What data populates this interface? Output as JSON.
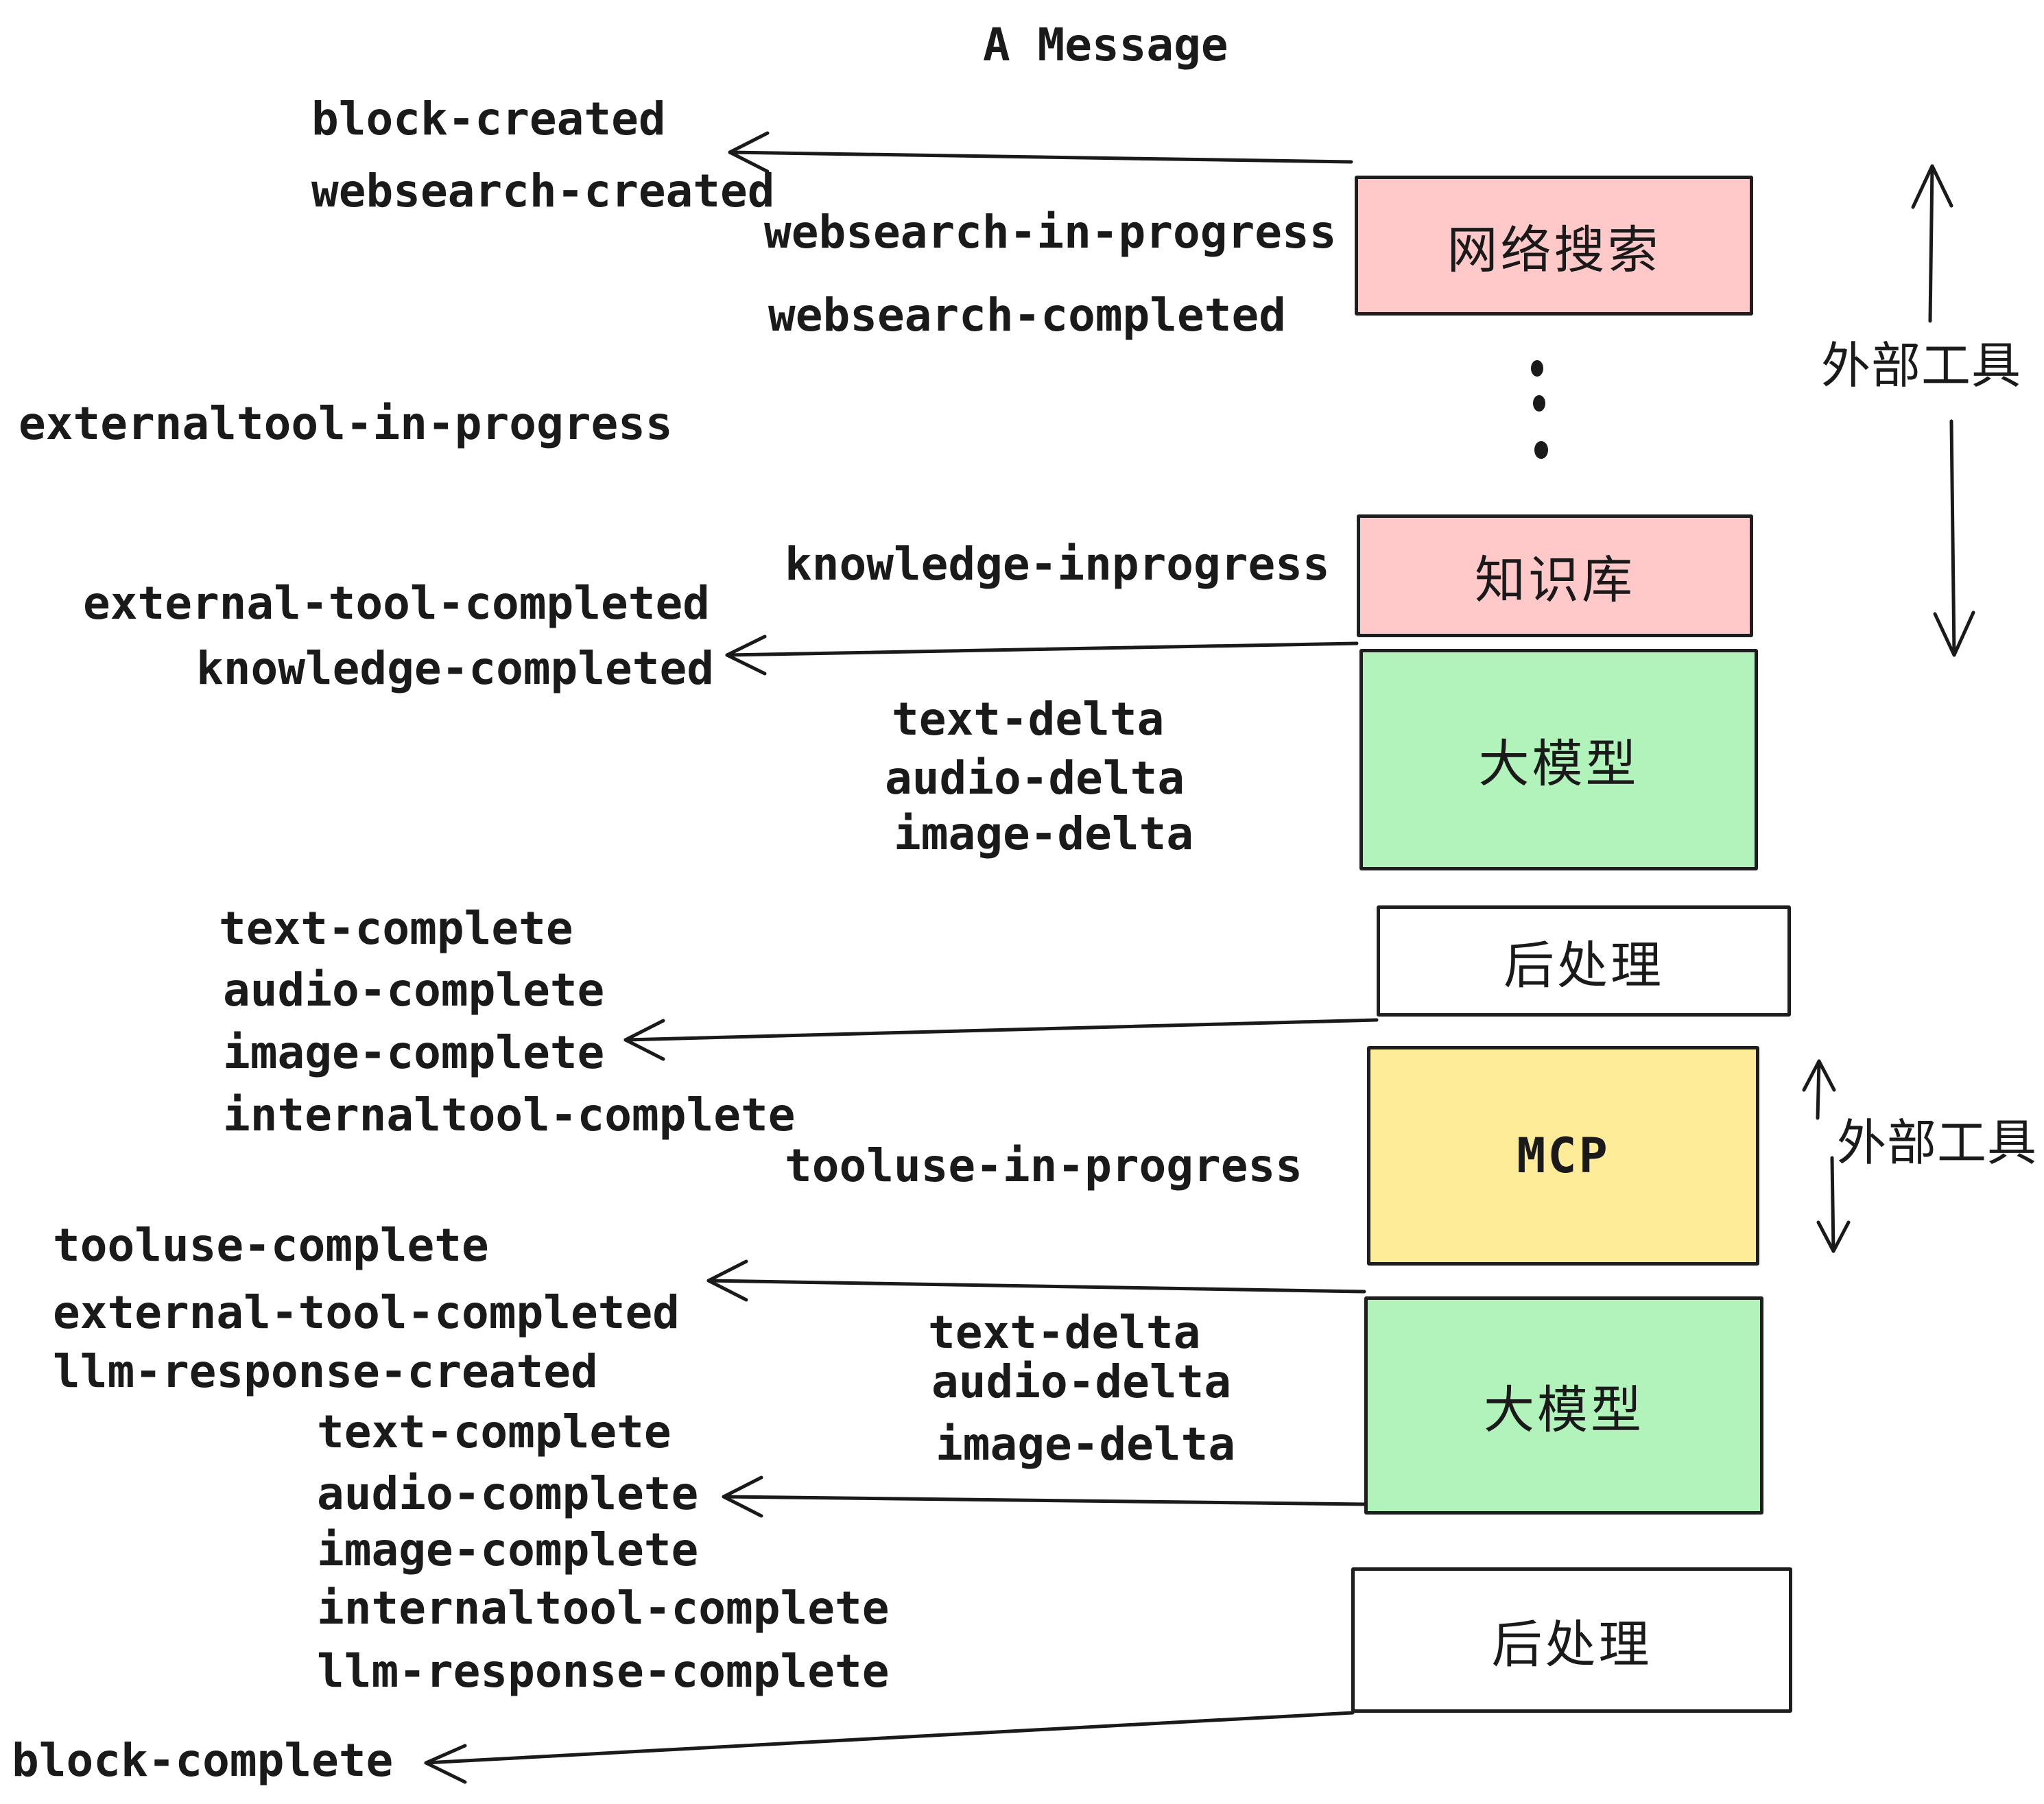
{
  "title": "A Message",
  "labels": [
    "block-created",
    "websearch-created",
    "websearch-in-progress",
    "websearch-completed",
    "externaltool-in-progress",
    "knowledge-inprogress",
    "external-tool-completed",
    "knowledge-completed",
    "text-delta",
    "audio-delta",
    "image-delta",
    "text-complete",
    "audio-complete",
    "image-complete",
    "internaltool-complete",
    "tooluse-in-progress",
    "tooluse-complete",
    "external-tool-completed",
    "llm-response-created",
    "text-complete",
    "audio-complete",
    "text-delta",
    "audio-delta",
    "image-delta",
    "image-complete",
    "internaltool-complete",
    "llm-response-complete",
    "block-complete"
  ],
  "boxes": {
    "websearch": "网络搜索",
    "knowledge": "知识库",
    "llm_top": "大模型",
    "post_top": "后处理",
    "mcp": "MCP",
    "llm_bottom": "大模型",
    "post_bottom": "后处理"
  },
  "side_labels": {
    "external_tools_top": "外部工具",
    "external_tools_bottom": "外部工具"
  },
  "colors": {
    "pink": "#ffc9c9",
    "green": "#b2f2bb",
    "yellow": "#ffec99",
    "white": "#ffffff",
    "stroke": "#1a1a1a"
  }
}
